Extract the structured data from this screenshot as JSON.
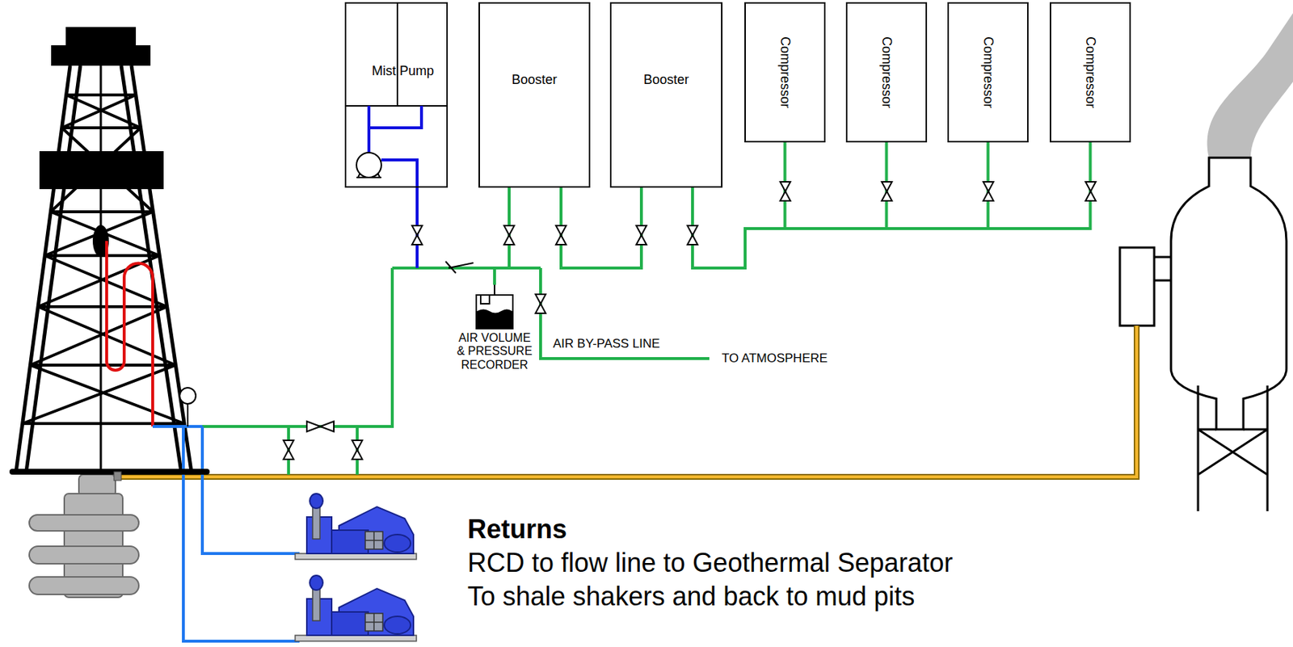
{
  "diagram": {
    "nodes": [
      {
        "text": [
          "Mist",
          "Pump"
        ]
      },
      {
        "text": [
          "Booster"
        ]
      },
      {
        "text": [
          "Booster"
        ]
      },
      {
        "text": [
          "Compressor"
        ]
      },
      {
        "text": [
          "Compressor"
        ]
      },
      {
        "text": [
          "Compressor"
        ]
      },
      {
        "text": [
          "Compressor"
        ]
      },
      {
        "text": [
          "AIR VOLUME & PRESSURE RECORDER"
        ]
      }
    ],
    "edges": [
      {
        "from": 3,
        "to": 2,
        "arrow": "none"
      },
      {
        "from": 4,
        "to": 2,
        "arrow": "none"
      },
      {
        "from": 5,
        "to": 2,
        "arrow": "none"
      },
      {
        "from": 6,
        "to": 2,
        "arrow": "none"
      },
      {
        "from": 2,
        "to": 1,
        "arrow": "none"
      },
      {
        "from": 1,
        "to": 7,
        "arrow": "none"
      },
      {
        "from": 0,
        "to": 7,
        "arrow": "none"
      }
    ],
    "labels": [
      "AIR BY-PASS LINE",
      "TO ATMOSPHERE",
      "Returns",
      "RCD to flow line to Geothermal Separator",
      "To shale shakers and back to mud pits"
    ]
  }
}
